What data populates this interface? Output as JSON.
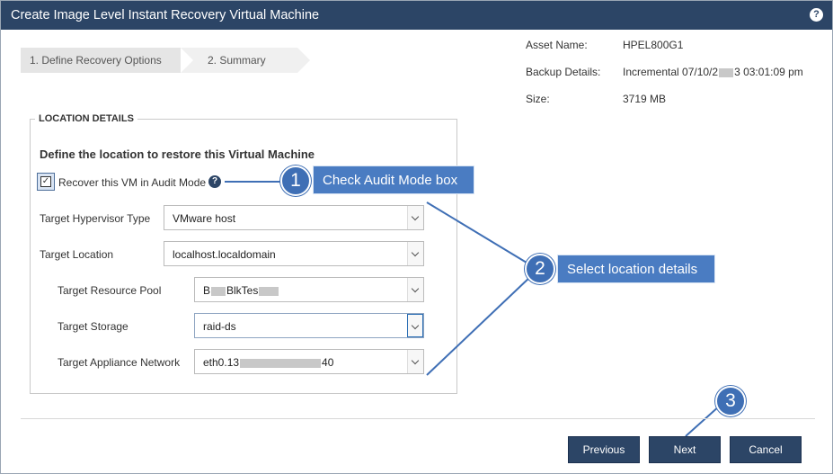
{
  "window": {
    "title": "Create Image Level Instant Recovery Virtual Machine",
    "help_glyph": "?"
  },
  "steps": [
    {
      "label": "1. Define Recovery Options"
    },
    {
      "label": "2. Summary"
    }
  ],
  "info": {
    "asset_label": "Asset Name:",
    "asset_value": "HPEL800G1",
    "backup_label": "Backup Details:",
    "backup_value_a": "Incremental 07/10/2",
    "backup_value_b": "3 03:01:09 pm",
    "size_label": "Size:",
    "size_value": "3719 MB"
  },
  "location": {
    "legend": "LOCATION DETAILS",
    "heading": "Define the location to restore this Virtual Machine",
    "audit_label": "Recover this VM in Audit Mode",
    "audit_checked": true,
    "help_glyph": "?",
    "check_glyph": "✓"
  },
  "fields": {
    "hypervisor_label": "Target Hypervisor Type",
    "hypervisor_value": "VMware host",
    "location_label": "Target Location",
    "location_value": "localhost.localdomain",
    "pool_label": "Target Resource Pool",
    "pool_value_a": "B",
    "pool_value_b": "BlkTes",
    "storage_label": "Target Storage",
    "storage_value": "raid-ds",
    "network_label": "Target Appliance Network",
    "network_value_a": "eth0.13",
    "network_value_b": "40"
  },
  "callouts": {
    "c1_num": "1",
    "c1_text": "Check Audit Mode box",
    "c2_num": "2",
    "c2_text": "Select location details",
    "c3_num": "3"
  },
  "buttons": {
    "previous": "Previous",
    "next": "Next",
    "cancel": "Cancel"
  },
  "colors": {
    "titlebar": "#2c4566",
    "callout": "#4a7cc2",
    "button": "#2c4566"
  }
}
